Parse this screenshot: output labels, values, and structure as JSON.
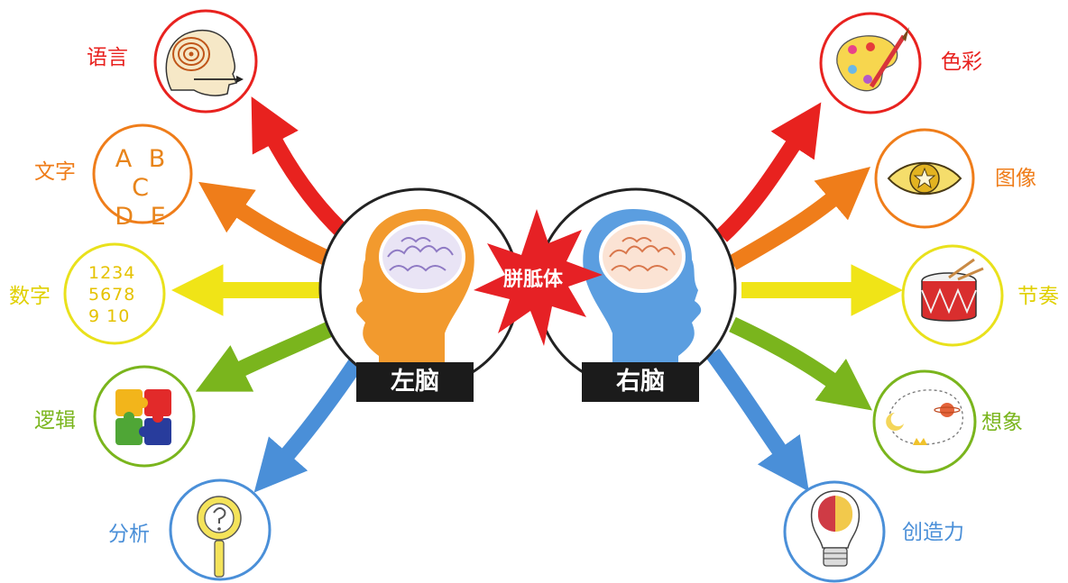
{
  "center": {
    "label": "胼胝体"
  },
  "left_brain": {
    "label": "左脑"
  },
  "right_brain": {
    "label": "右脑"
  },
  "left_items": [
    {
      "label": "语言",
      "color": "#e8221f",
      "icon": "spiral-head-icon"
    },
    {
      "label": "文字",
      "color": "#ef7d1a",
      "icon": "letters-icon",
      "glyphs": [
        "A B C",
        "D E"
      ]
    },
    {
      "label": "数字",
      "color": "#e3d400",
      "icon": "numbers-icon",
      "glyphs": [
        "1234",
        "5678",
        "9 10"
      ]
    },
    {
      "label": "逻辑",
      "color": "#7ab51d",
      "icon": "puzzle-icon"
    },
    {
      "label": "分析",
      "color": "#4a8fd8",
      "icon": "magnifier-question-icon"
    }
  ],
  "right_items": [
    {
      "label": "色彩",
      "color": "#e8221f",
      "icon": "palette-icon"
    },
    {
      "label": "图像",
      "color": "#ef7d1a",
      "icon": "eye-star-icon"
    },
    {
      "label": "节奏",
      "color": "#e3d400",
      "icon": "drum-icon"
    },
    {
      "label": "想象",
      "color": "#7ab51d",
      "icon": "dream-icon"
    },
    {
      "label": "创造力",
      "color": "#4a8fd8",
      "icon": "lightbulb-brain-icon"
    }
  ],
  "colors": {
    "left_head": "#f29a2e",
    "right_head": "#5b9ee0",
    "burst": "#e62125",
    "tag_bg": "#1b1b1b"
  }
}
